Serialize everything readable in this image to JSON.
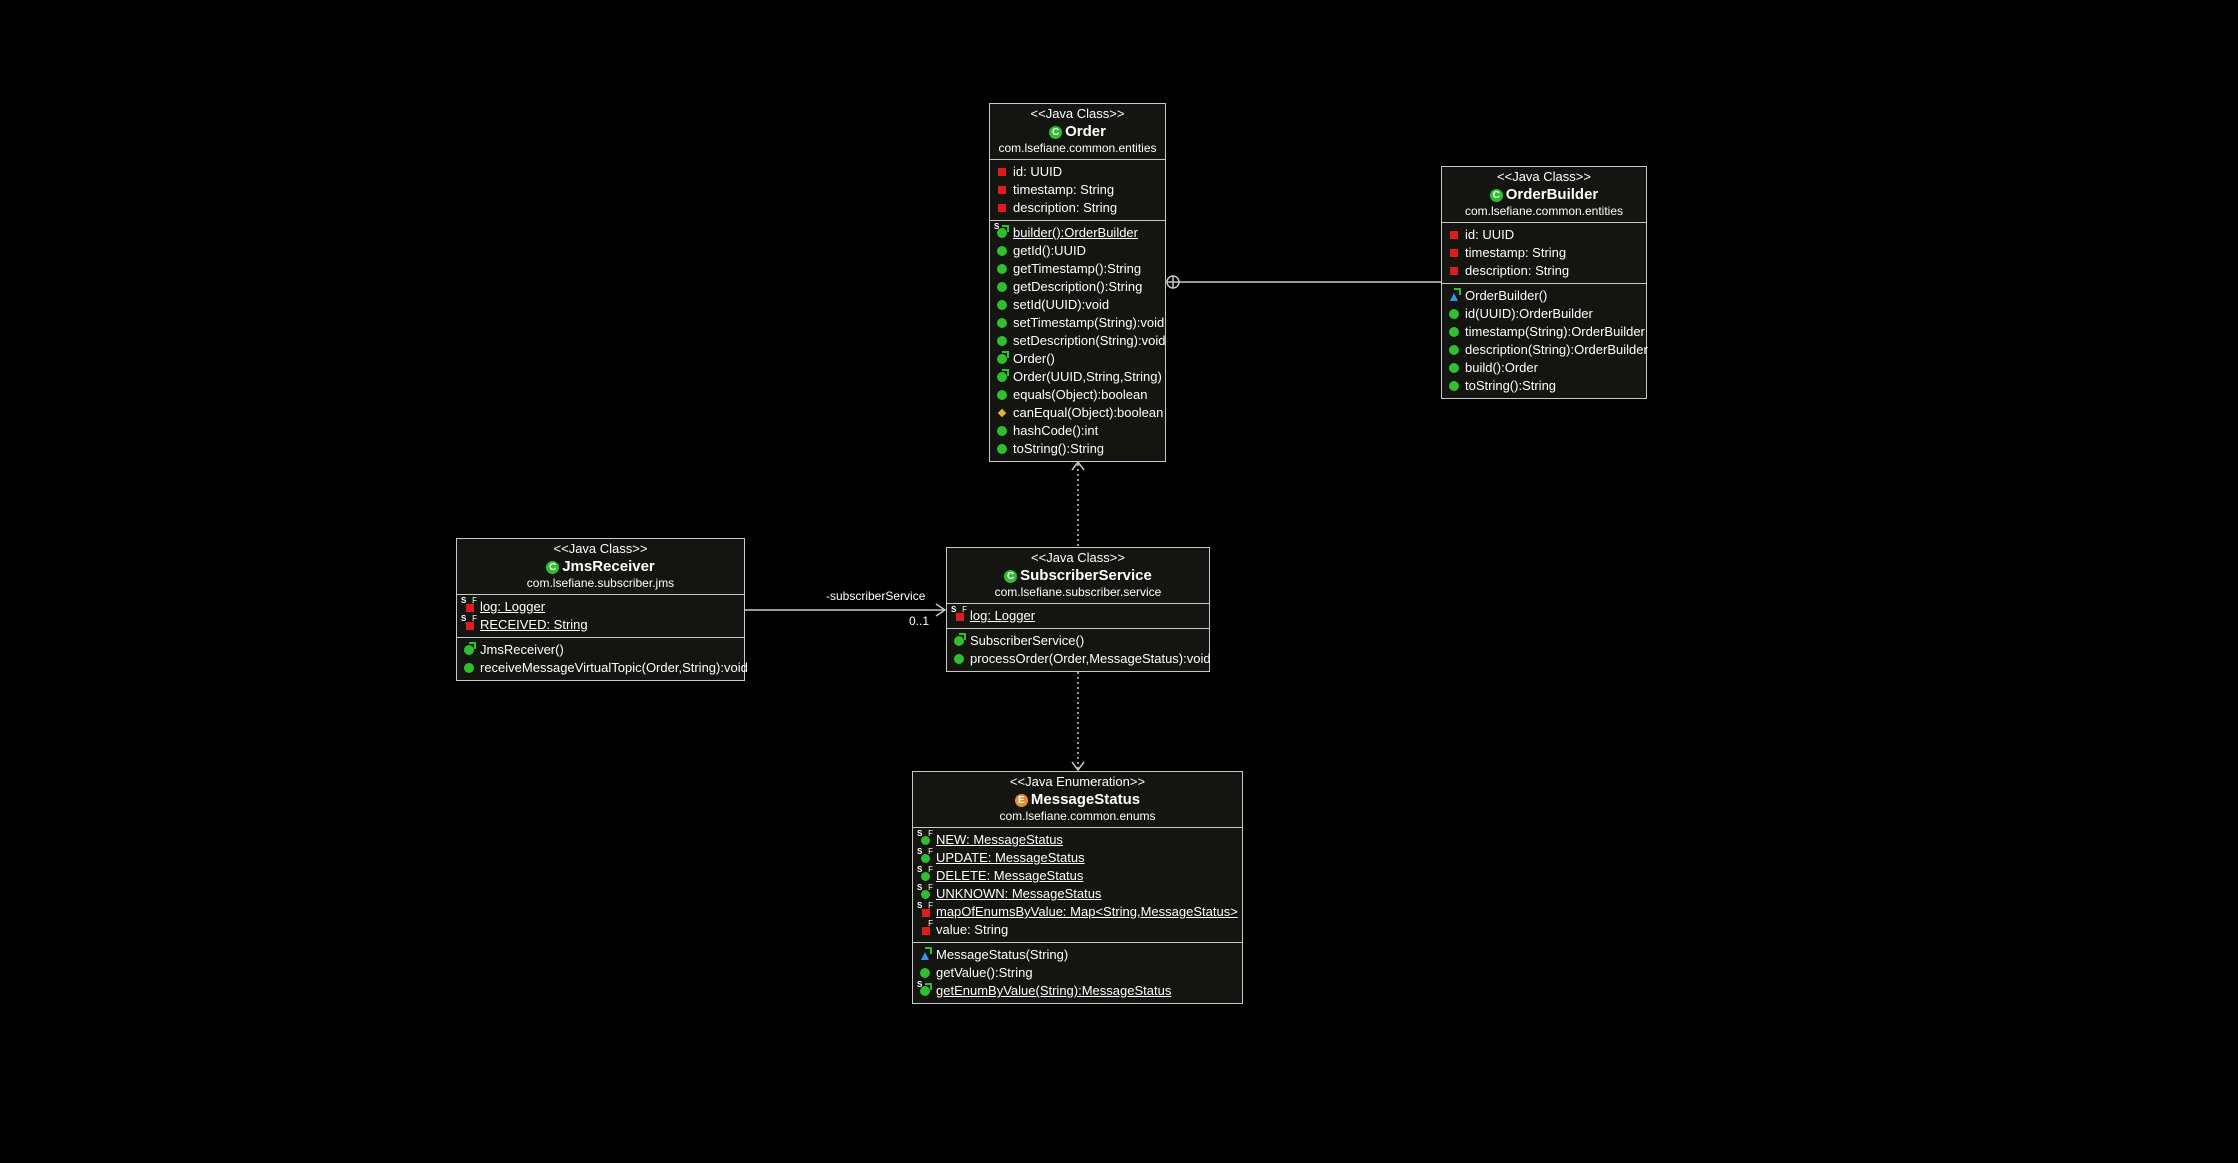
{
  "colors": {
    "background": "#000000",
    "class_fill": "#141410",
    "border": "#c8c8c8",
    "text": "#ffffff",
    "field_private": "#e01b1b",
    "method_public": "#2fbf2f",
    "method_protected": "#e3b23c",
    "enum_badge": "#e3902a"
  },
  "classes": {
    "order": {
      "stereotype": "<<Java Class>>",
      "badge": "C",
      "name": "Order",
      "package": "com.lsefiane.common.entities",
      "fields": [
        {
          "icon": "private-field-icon",
          "text": "id: UUID"
        },
        {
          "icon": "private-field-icon",
          "text": "timestamp: String"
        },
        {
          "icon": "private-field-icon",
          "text": "description: String"
        }
      ],
      "methods": [
        {
          "icon": "static-public-method-icon",
          "text": "builder():OrderBuilder"
        },
        {
          "icon": "public-method-icon",
          "text": "getId():UUID"
        },
        {
          "icon": "public-method-icon",
          "text": "getTimestamp():String"
        },
        {
          "icon": "public-method-icon",
          "text": "getDescription():String"
        },
        {
          "icon": "public-method-icon",
          "text": "setId(UUID):void"
        },
        {
          "icon": "public-method-icon",
          "text": "setTimestamp(String):void"
        },
        {
          "icon": "public-method-icon",
          "text": "setDescription(String):void"
        },
        {
          "icon": "constructor-icon",
          "text": "Order()"
        },
        {
          "icon": "constructor-icon",
          "text": "Order(UUID,String,String)"
        },
        {
          "icon": "public-method-icon",
          "text": "equals(Object):boolean"
        },
        {
          "icon": "protected-method-icon",
          "text": "canEqual(Object):boolean"
        },
        {
          "icon": "public-method-icon",
          "text": "hashCode():int"
        },
        {
          "icon": "public-method-icon",
          "text": "toString():String"
        }
      ]
    },
    "order_builder": {
      "stereotype": "<<Java Class>>",
      "badge": "C",
      "name": "OrderBuilder",
      "package": "com.lsefiane.common.entities",
      "fields": [
        {
          "icon": "private-field-icon",
          "text": "id: UUID"
        },
        {
          "icon": "private-field-icon",
          "text": "timestamp: String"
        },
        {
          "icon": "private-field-icon",
          "text": "description: String"
        }
      ],
      "methods": [
        {
          "icon": "package-constructor-icon",
          "text": "OrderBuilder()"
        },
        {
          "icon": "public-method-icon",
          "text": "id(UUID):OrderBuilder"
        },
        {
          "icon": "public-method-icon",
          "text": "timestamp(String):OrderBuilder"
        },
        {
          "icon": "public-method-icon",
          "text": "description(String):OrderBuilder"
        },
        {
          "icon": "public-method-icon",
          "text": "build():Order"
        },
        {
          "icon": "public-method-icon",
          "text": "toString():String"
        }
      ]
    },
    "jms_receiver": {
      "stereotype": "<<Java Class>>",
      "badge": "C",
      "name": "JmsReceiver",
      "package": "com.lsefiane.subscriber.jms",
      "fields": [
        {
          "icon": "static-final-field-icon",
          "text": "log: Logger"
        },
        {
          "icon": "static-final-field-icon",
          "text": "RECEIVED: String"
        }
      ],
      "methods": [
        {
          "icon": "constructor-icon",
          "text": "JmsReceiver()"
        },
        {
          "icon": "public-method-icon",
          "text": "receiveMessageVirtualTopic(Order,String):void"
        }
      ]
    },
    "subscriber_service": {
      "stereotype": "<<Java Class>>",
      "badge": "C",
      "name": "SubscriberService",
      "package": "com.lsefiane.subscriber.service",
      "fields": [
        {
          "icon": "static-final-field-icon",
          "text": "log: Logger"
        }
      ],
      "methods": [
        {
          "icon": "constructor-icon",
          "text": "SubscriberService()"
        },
        {
          "icon": "public-method-icon",
          "text": "processOrder(Order,MessageStatus):void"
        }
      ]
    },
    "message_status": {
      "stereotype": "<<Java Enumeration>>",
      "badge": "E",
      "name": "MessageStatus",
      "package": "com.lsefiane.common.enums",
      "fields": [
        {
          "icon": "enum-constant-icon",
          "text": "NEW: MessageStatus"
        },
        {
          "icon": "enum-constant-icon",
          "text": "UPDATE: MessageStatus"
        },
        {
          "icon": "enum-constant-icon",
          "text": "DELETE: MessageStatus"
        },
        {
          "icon": "enum-constant-icon",
          "text": "UNKNOWN: MessageStatus"
        },
        {
          "icon": "static-final-field-icon",
          "text": "mapOfEnumsByValue: Map<String,MessageStatus>"
        },
        {
          "icon": "final-field-icon",
          "text": "value: String"
        }
      ],
      "methods": [
        {
          "icon": "private-constructor-icon",
          "text": "MessageStatus(String)"
        },
        {
          "icon": "public-method-icon",
          "text": "getValue():String"
        },
        {
          "icon": "static-public-method-icon",
          "text": "getEnumByValue(String):MessageStatus"
        }
      ]
    }
  },
  "associations": {
    "jms_to_service": {
      "role": "-subscriberService",
      "multiplicity": "0..1"
    }
  }
}
